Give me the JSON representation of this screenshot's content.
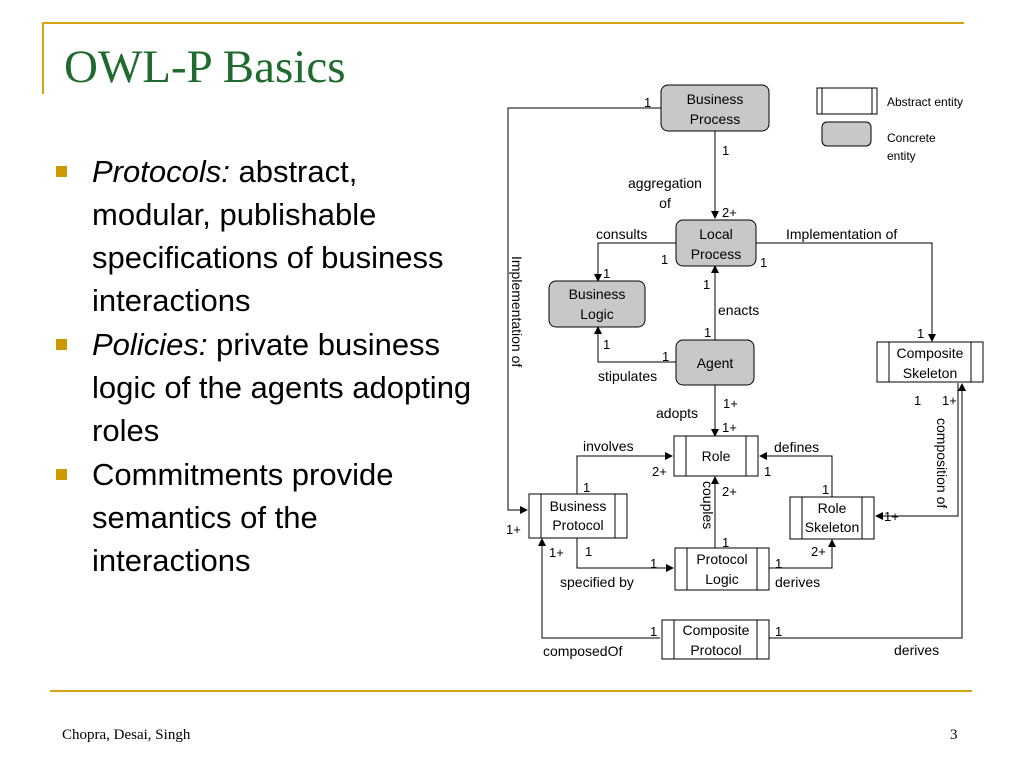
{
  "slide": {
    "title": "OWL-P Basics",
    "bullets": [
      {
        "em": "Protocols:",
        "text": " abstract, modular, publishable specifications of business interactions"
      },
      {
        "em": "Policies:",
        "text": " private business logic of the agents adopting roles"
      },
      {
        "em": "",
        "text": "Commitments provide semantics of the interactions"
      }
    ],
    "footer": {
      "authors": "Chopra, Desai, Singh",
      "page": "3"
    }
  },
  "diagram": {
    "colors": {
      "concrete": "#c8c8c8",
      "abstract": "#ffffff",
      "stroke": "#000000",
      "accent_rule": "#d4a514",
      "title": "#1f6b2f",
      "bullet": "#cc9900"
    },
    "legend": {
      "abstract": "Abstract entity",
      "concrete_line1": "Concrete",
      "concrete_line2": "entity"
    },
    "nodes": {
      "business_process": [
        "Business",
        "Process"
      ],
      "local_process": [
        "Local",
        "Process"
      ],
      "business_logic": [
        "Business",
        "Logic"
      ],
      "agent": [
        "Agent"
      ],
      "composite_skeleton": [
        "Composite",
        "Skeleton"
      ],
      "role": [
        "Role"
      ],
      "business_protocol": [
        "Business",
        "Protocol"
      ],
      "role_skeleton": [
        "Role",
        "Skeleton"
      ],
      "protocol_logic": [
        "Protocol",
        "Logic"
      ],
      "composite_protocol": [
        "Composite",
        "Protocol"
      ]
    },
    "edge_labels": {
      "aggregation_1": "aggregation",
      "aggregation_2": "of",
      "consults": "consults",
      "impl_of_h": "Implementation of",
      "impl_of_v": "Implementation of",
      "enacts": "enacts",
      "stipulates": "stipulates",
      "adopts": "adopts",
      "involves": "involves",
      "defines": "defines",
      "couples": "couples",
      "composition_of": "composition of",
      "specified_by": "specified by",
      "derives_pl": "derives",
      "composedOf": "composedOf",
      "derives_cp": "derives"
    },
    "multiplicities": {
      "bp_left": "1",
      "bp_below": "1",
      "lp_above": "2+",
      "lp_left": "1",
      "lp_right": "1",
      "lp_below": "1",
      "bl_top": "1",
      "bl_bottom": "1",
      "ag_above": "1",
      "ag_left": "1",
      "ag_below": "1+",
      "cs_top": "1",
      "cs_bottom_l": "1",
      "cs_bottom_r": "1+",
      "role_top": "1+",
      "role_left": "2+",
      "role_right": "1",
      "role_below": "2+",
      "bprot_top": "1",
      "bprot_left": "1+",
      "bprot_bottom_l": "1+",
      "bprot_bottom_r": "1",
      "rs_top": "1",
      "rs_right": "1+",
      "rs_below": "2+",
      "pl_top": "1",
      "pl_left": "1",
      "pl_right": "1",
      "cp_left": "1",
      "cp_right": "1"
    }
  }
}
